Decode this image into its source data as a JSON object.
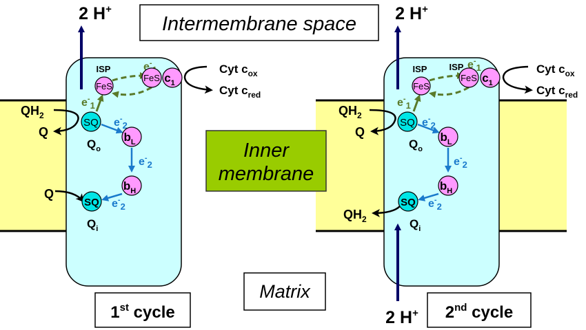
{
  "regions": {
    "intermembrane_space": "Intermembrane space",
    "inner_membrane_line1": "Inner",
    "inner_membrane_line2": "membrane",
    "matrix": "Matrix"
  },
  "colors": {
    "membrane_fill": "#ffff99",
    "complex_fill": "#ccffff",
    "inner_membrane_box": "#99cc00",
    "cofactor_pink": "#ff99ff",
    "quinone_cyan": "#00e6e6",
    "proton_arrow": "#000066",
    "electron1_arrow": "#5a7a2a",
    "electron2_arrow": "#1a7acc"
  },
  "cycles": [
    {
      "label_num": "1",
      "label_sup": "st",
      "label_rest": " cycle",
      "proton_label": "2 H",
      "proton_sup": "+",
      "isp_labels": [
        "ISP"
      ],
      "qo_substrate": "QH",
      "qo_substrate_sub": "2",
      "qo_product": "Q",
      "qi_input": "Q",
      "qi_output": "",
      "qi_output_sub": ""
    },
    {
      "label_num": "2",
      "label_sup": "nd",
      "label_rest": " cycle",
      "proton_label": "2 H",
      "proton_sup": "+",
      "proton_bottom_label": "2 H",
      "proton_bottom_sup": "+",
      "isp_labels": [
        "ISP",
        "ISP"
      ],
      "qo_substrate": "QH",
      "qo_substrate_sub": "2",
      "qo_product": "Q",
      "qi_output": "QH",
      "qi_output_sub": "2"
    }
  ],
  "cofactors": {
    "fes": "FeS",
    "c1": "c",
    "c1_sub": "1",
    "sq": "SQ",
    "bl": "b",
    "bl_sub": "L",
    "bh": "b",
    "bh_sub": "H",
    "qo": "Q",
    "qo_sub": "o",
    "qi": "Q",
    "qi_sub": "i"
  },
  "electrons": {
    "e": "e",
    "minus": "-",
    "one": "1",
    "two": "2"
  },
  "cytochrome": {
    "cyt": "Cyt c",
    "ox": "ox",
    "red": "red"
  }
}
